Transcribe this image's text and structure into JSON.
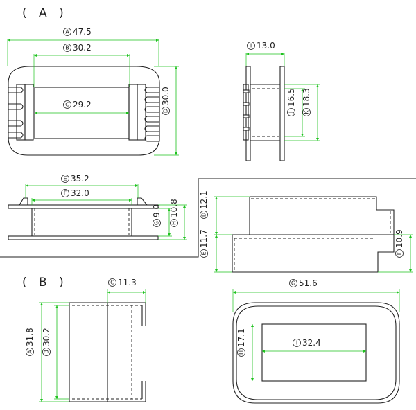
{
  "sections": {
    "a": "( A )",
    "b": "( B )"
  },
  "dims": [
    {
      "id": "A1",
      "mark": "A",
      "value": "47.5"
    },
    {
      "id": "B1",
      "mark": "B",
      "value": "30.2"
    },
    {
      "id": "C1",
      "mark": "C",
      "value": "29.2"
    },
    {
      "id": "D1",
      "mark": "D",
      "value": "30.0"
    },
    {
      "id": "I1",
      "mark": "I",
      "value": "13.0"
    },
    {
      "id": "J1",
      "mark": "J",
      "value": "16.5"
    },
    {
      "id": "K1",
      "mark": "K",
      "value": "18.3"
    },
    {
      "id": "E1",
      "mark": "E",
      "value": "35.2"
    },
    {
      "id": "F1",
      "mark": "F",
      "value": "32.0"
    },
    {
      "id": "G1",
      "mark": "G",
      "value": "9.0"
    },
    {
      "id": "H1",
      "mark": "H",
      "value": "10.8"
    },
    {
      "id": "D2",
      "mark": "D",
      "value": "12.1"
    },
    {
      "id": "E2",
      "mark": "E",
      "value": "11.7"
    },
    {
      "id": "F2",
      "mark": "F",
      "value": "10.9"
    },
    {
      "id": "C2",
      "mark": "C",
      "value": "11.3"
    },
    {
      "id": "A2",
      "mark": "A",
      "value": "31.8"
    },
    {
      "id": "B2",
      "mark": "B",
      "value": "30.2"
    },
    {
      "id": "G2",
      "mark": "G",
      "value": "51.6"
    },
    {
      "id": "H2",
      "mark": "H",
      "value": "17.1"
    },
    {
      "id": "I2",
      "mark": "I",
      "value": "32.4"
    }
  ]
}
